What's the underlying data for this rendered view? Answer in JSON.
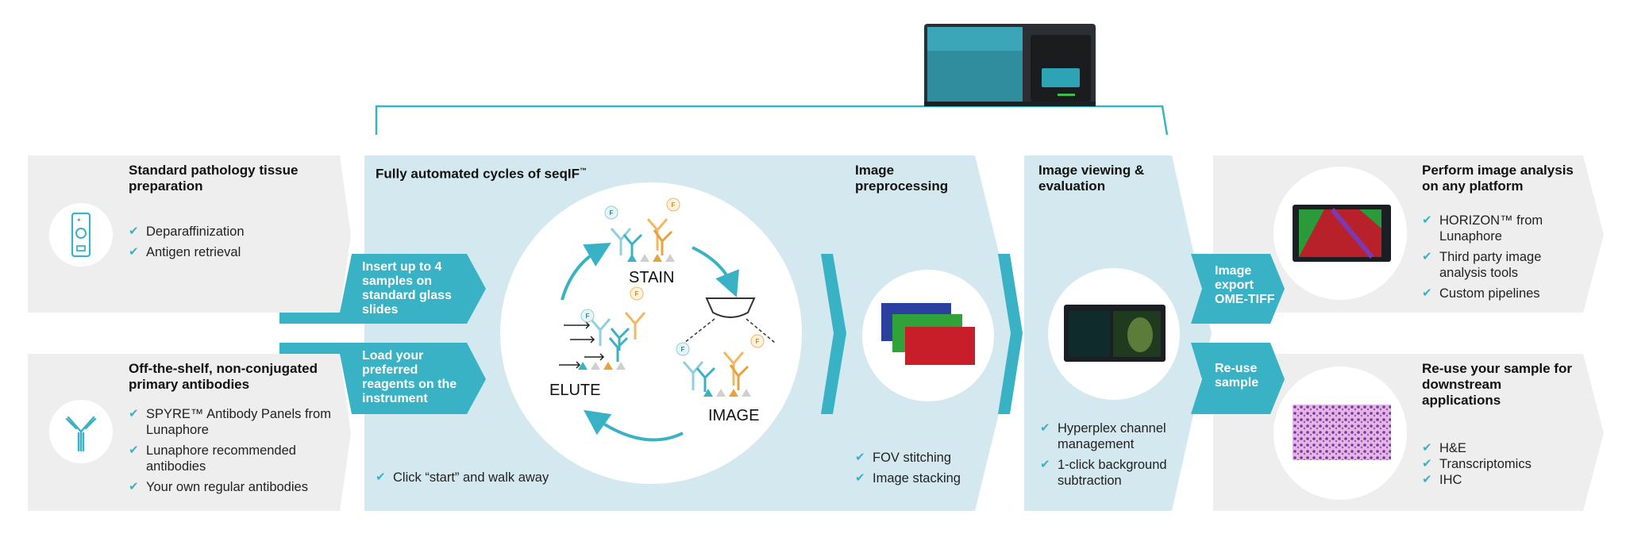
{
  "panels": {
    "tissue": {
      "title": "Standard pathology tissue preparation",
      "items": [
        "Deparaffinization",
        "Antigen retrieval"
      ],
      "icon": "tissue-slide-icon"
    },
    "antibodies": {
      "title": "Off-the-shelf, non-conjugated primary antibodies",
      "items": [
        "SPYRE™ Antibody Panels from Lunaphore",
        "Lunaphore recommended antibodies",
        "Your own regular antibodies"
      ],
      "icon": "antibody-icon"
    },
    "seqif": {
      "title": "Fully automated cycles of seqIF",
      "title_mark": "™",
      "items": [
        "Click “start” and walk away"
      ],
      "cycle": {
        "stain": "STAIN",
        "image": "IMAGE",
        "elute": "ELUTE",
        "fluor": "F"
      }
    },
    "preprocessing": {
      "title": "Image preprocessing",
      "items": [
        "FOV stitching",
        "Image stacking"
      ]
    },
    "viewing": {
      "title": "Image viewing & evaluation",
      "items": [
        "Hyperplex channel management",
        "1-click background subtraction"
      ]
    },
    "analysis": {
      "title": "Perform image analysis on any platform",
      "items": [
        "HORIZON™ from Lunaphore",
        "Third party image analysis tools",
        "Custom pipelines"
      ]
    },
    "reuse": {
      "title": "Re-use your sample for downstream applications",
      "items": [
        "H&E",
        "Transcriptomics",
        "IHC"
      ]
    }
  },
  "tags": {
    "insert": "Insert up to 4 samples on standard glass slides",
    "load": "Load your preferred reagents on the instrument",
    "export": "Image export OME-TIFF",
    "reuse": "Re-use sample"
  },
  "colors": {
    "teal": "#3ab2c6",
    "light_blue": "#d4e9ef",
    "light_gray": "#eeeeee",
    "check": "#3ab2c6"
  }
}
